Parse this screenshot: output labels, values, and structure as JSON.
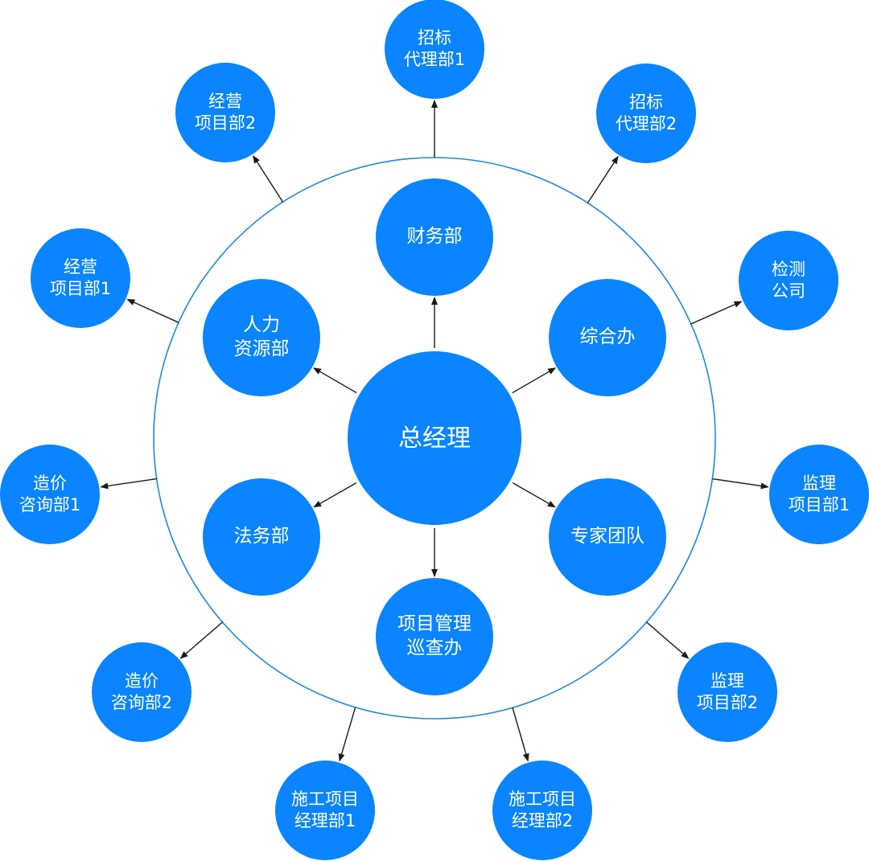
{
  "colors": {
    "node_fill": "#0A84FF",
    "node_text": "#FFFFFF",
    "ring_stroke": "#1E88E5",
    "arrow": "#1A1A1A"
  },
  "center": {
    "lines": [
      "总经理"
    ]
  },
  "inner": {
    "finance": {
      "lines": [
        "财务部"
      ]
    },
    "general": {
      "lines": [
        "综合办"
      ]
    },
    "expert": {
      "lines": [
        "专家团队"
      ]
    },
    "inspect": {
      "lines": [
        "项目管理",
        "巡查办"
      ]
    },
    "legal": {
      "lines": [
        "法务部"
      ]
    },
    "hr": {
      "lines": [
        "人力",
        "资源部"
      ]
    }
  },
  "outer": {
    "bid1": {
      "lines": [
        "招标",
        "代理部1"
      ]
    },
    "bid2": {
      "lines": [
        "招标",
        "代理部2"
      ]
    },
    "testing": {
      "lines": [
        "检测",
        "公司"
      ]
    },
    "super1": {
      "lines": [
        "监理",
        "项目部1"
      ]
    },
    "super2": {
      "lines": [
        "监理",
        "项目部2"
      ]
    },
    "const2": {
      "lines": [
        "施工项目",
        "经理部2"
      ]
    },
    "const1": {
      "lines": [
        "施工项目",
        "经理部1"
      ]
    },
    "cost2": {
      "lines": [
        "造价",
        "咨询部2"
      ]
    },
    "cost1": {
      "lines": [
        "造价",
        "咨询部1"
      ]
    },
    "biz1": {
      "lines": [
        "经营",
        "项目部1"
      ]
    },
    "biz2": {
      "lines": [
        "经营",
        "项目部2"
      ]
    }
  }
}
